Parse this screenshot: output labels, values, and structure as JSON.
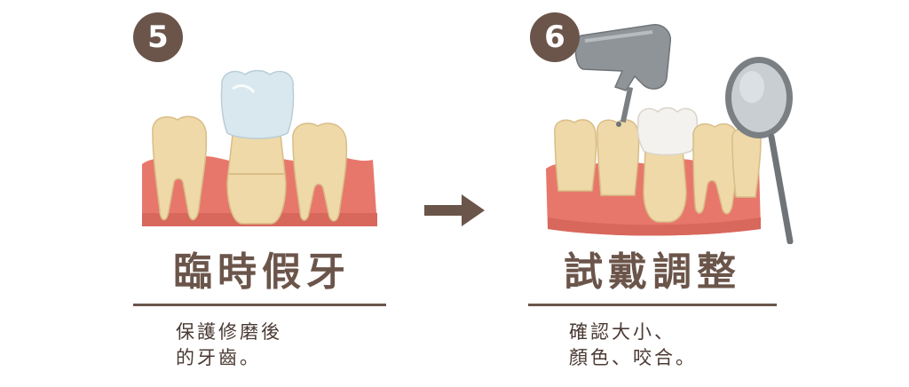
{
  "steps": [
    {
      "number": "5",
      "title": "臨時假牙",
      "description": [
        "保護修磨後",
        "的牙齒。"
      ],
      "illustration": "temporary-crown-on-tooth"
    },
    {
      "number": "6",
      "title": "試戴調整",
      "description": [
        "確認大小、",
        "顏色、咬合。"
      ],
      "illustration": "crown-fitting-with-drill-and-mirror"
    }
  ],
  "colors": {
    "accent": "#6b554a",
    "gum": "#e8776b",
    "tooth": "#efd9a8",
    "crown_temp": "#d8e8ee",
    "crown_final": "#f4f2ee",
    "metal": "#8f9498"
  },
  "arrow_icon": "right-arrow-icon"
}
